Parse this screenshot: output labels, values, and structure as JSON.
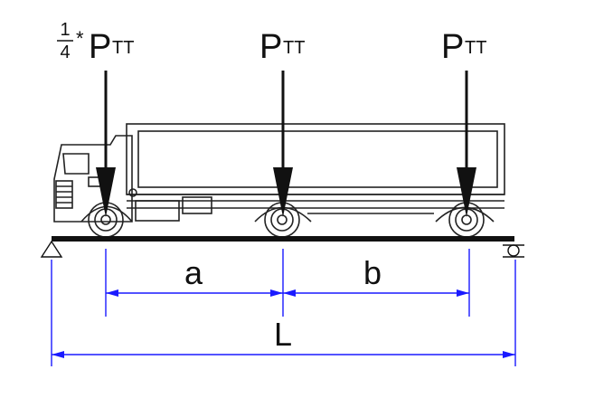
{
  "loads": {
    "front": {
      "fraction_num": "1",
      "fraction_den": "4",
      "multiplier": "*",
      "symbol": "P",
      "subscript": "TT"
    },
    "middle": {
      "symbol": "P",
      "subscript": "TT"
    },
    "rear": {
      "symbol": "P",
      "subscript": "TT"
    }
  },
  "dimensions": {
    "a": "a",
    "b": "b",
    "L": "L"
  },
  "colors": {
    "line": "#111111",
    "dimension": "#1a1aff",
    "truck": "#222222",
    "background": "#ffffff"
  }
}
